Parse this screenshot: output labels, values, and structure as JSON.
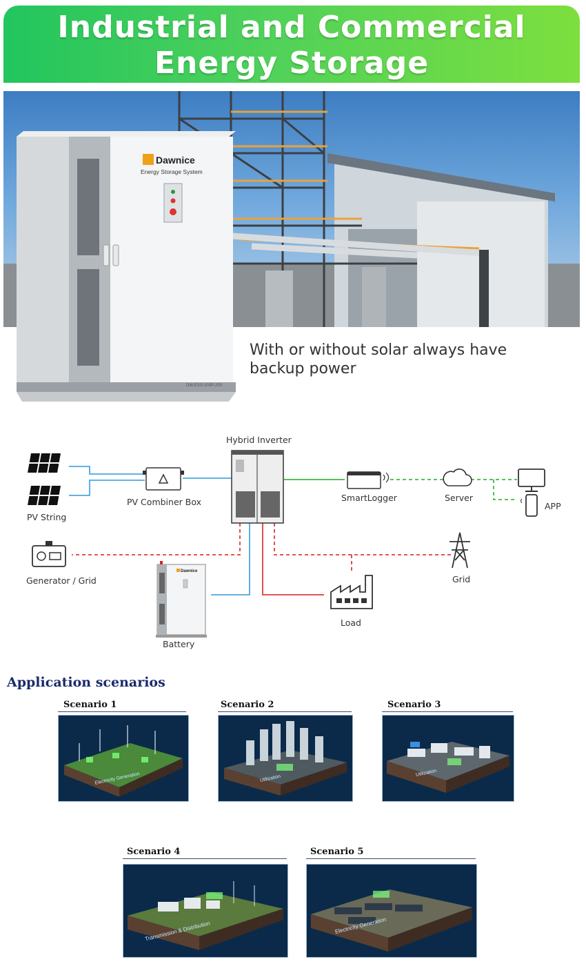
{
  "header": {
    "title_line1": "Industrial and Commercial",
    "title_line2": "Energy Storage"
  },
  "hero": {
    "brand": "Dawnice",
    "subtitle": "Energy Storage System",
    "model": "DW-ESS-100P-200",
    "tagline_line1": "With or without solar always have",
    "tagline_line2": "backup power"
  },
  "diagram": {
    "hybrid_inverter": "Hybrid Inverter",
    "pv_combiner": "PV Combiner Box",
    "pv_string": "PV String",
    "smartlogger": "SmartLogger",
    "server": "Server",
    "app": "APP",
    "generator": "Generator / Grid",
    "grid": "Grid",
    "load": "Load",
    "battery": "Battery",
    "battery_brand": "Dawnice",
    "colors": {
      "dc": "#4aa8e0",
      "ac": "#e03a3a",
      "comm": "#3dbb3d"
    }
  },
  "applications": {
    "title": "Application  scenarios",
    "scenarios": [
      {
        "label": "Scenario 1",
        "caption": "Electricity Generation"
      },
      {
        "label": "Scenario 2",
        "caption": "Utilization"
      },
      {
        "label": "Scenario 3",
        "caption": "Utilization"
      },
      {
        "label": "Scenario 4",
        "caption": "Transmission & Distribution"
      },
      {
        "label": "Scenario 5",
        "caption": "Electricity Generation"
      }
    ]
  }
}
